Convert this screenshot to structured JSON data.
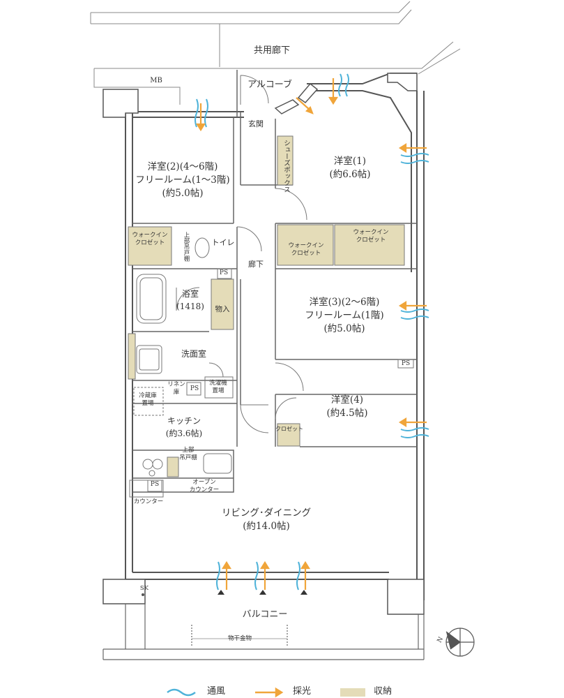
{
  "corridor": "共用廊下",
  "mb": "MB",
  "alcove": "アルコーブ",
  "entrance": "玄関",
  "shoe_box": "シューズボックス",
  "room2": {
    "line1": "洋室(2)(4～6階)",
    "line2": "フリールーム(1～3階)",
    "line3": "(約5.0帖)"
  },
  "room1": {
    "line1": "洋室(1)",
    "line2": "(約6.6帖)"
  },
  "wic_a": {
    "line1": "ウォークイン",
    "line2": "クロゼット"
  },
  "wic_b": {
    "line1": "ウォークイン",
    "line2": "クロゼット"
  },
  "wic_c": {
    "line1": "ウォークイン",
    "line2": "クロゼット"
  },
  "upper_shelf_1": "上部吊戸棚",
  "toilet": "トイレ",
  "ps_1": "PS",
  "hallway": "廊下",
  "bath": {
    "line1": "浴室",
    "line2": "(1418)"
  },
  "storage": "物入",
  "room3": {
    "line1": "洋室(3)(2～6階)",
    "line2": "フリールーム(1階)",
    "line3": "(約5.0帖)"
  },
  "ps_2": "PS",
  "washroom": "洗面室",
  "linen": {
    "line1": "リネン",
    "line2": "庫"
  },
  "ps_3": "PS",
  "washer": {
    "line1": "洗濯機",
    "line2": "置場"
  },
  "fridge": {
    "line1": "冷蔵庫",
    "line2": "置場"
  },
  "room4": {
    "line1": "洋室(4)",
    "line2": "(約4.5帖)"
  },
  "closet": "クロゼット",
  "kitchen": {
    "line1": "キッチン",
    "line2": "(約3.6帖)"
  },
  "upper_shelf_2": {
    "line1": "上部",
    "line2": "吊戸棚"
  },
  "ps_4": "PS",
  "open_counter": {
    "line1": "オープン",
    "line2": "カウンター"
  },
  "counter": "カウンター",
  "living": {
    "line1": "リビング･ダイニング",
    "line2": "(約14.0帖)"
  },
  "sk": "SK",
  "balcony": "バルコニー",
  "drying_hardware": "物干金物",
  "north": "N",
  "legend": {
    "ventilation": "通風",
    "daylight": "採光",
    "storage": "収納"
  },
  "colors": {
    "wall": "#555555",
    "storage_fill": "#e4dcb8",
    "wind": "#4fb3d9",
    "light": "#f0a53a",
    "line": "#666666"
  }
}
